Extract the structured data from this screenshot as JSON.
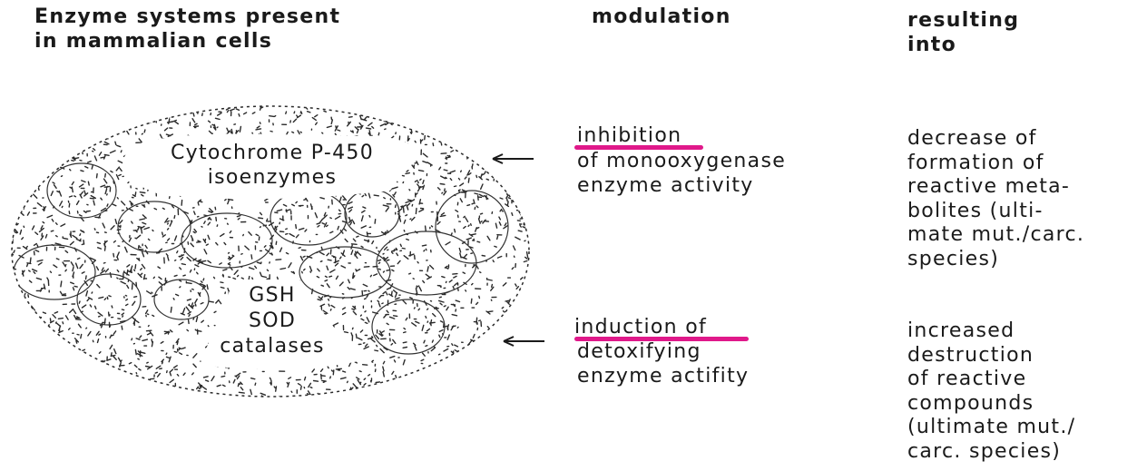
{
  "headers": {
    "enzymes": "Enzyme systems present\nin mammalian cells",
    "modulation": "modulation",
    "result": "resulting\ninto"
  },
  "cell": {
    "top_label": "Cytochrome P-450\nisoenzymes",
    "bottom_label": "GSH\nSOD\ncatalases"
  },
  "rows": [
    {
      "modulation_lead": "inhibition",
      "modulation_rest": "of monooxygenase\nenzyme activity",
      "result": "decrease of\nformation of\nreactive meta-\nbolites (ulti-\nmate mut./carc.\nspecies)"
    },
    {
      "modulation_lead": "induction of",
      "modulation_rest": "detoxifying\nenzyme actifity",
      "result": "increased\ndestruction\nof reactive\ncompounds\n(ultimate mut./\ncarc. species)"
    }
  ],
  "colors": {
    "highlight": "#e0198a",
    "ink": "#1a1a1a"
  }
}
